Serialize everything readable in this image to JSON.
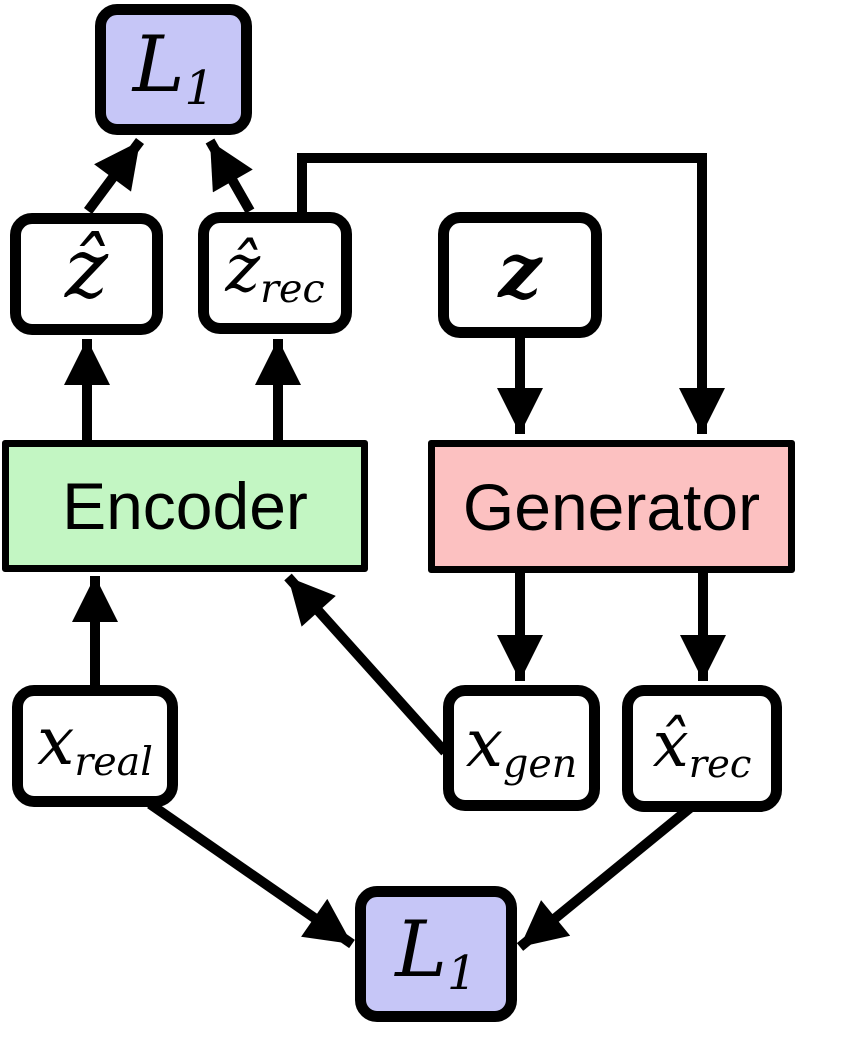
{
  "figure": {
    "colors": {
      "loss_fill": "#c6c6f7",
      "encoder_fill": "#c3f6c3",
      "generator_fill": "#fcc1c1",
      "node_fill": "#ffffff",
      "line": "#000000"
    },
    "nodes": {
      "loss_top": {
        "main": "L",
        "sub": "1"
      },
      "z_hat": {
        "main": "ẑ",
        "sub": ""
      },
      "z_hat_rec": {
        "main": "ẑ",
        "sub": "rec"
      },
      "z": {
        "main": "z",
        "sub": ""
      },
      "encoder": {
        "label": "Encoder"
      },
      "generator": {
        "label": "Generator"
      },
      "x_real": {
        "main": "x",
        "sub": "real"
      },
      "x_gen": {
        "main": "x",
        "sub": "gen"
      },
      "x_hat_rec": {
        "main": "x̂",
        "sub": "rec"
      },
      "loss_bottom": {
        "main": "L",
        "sub": "1"
      }
    }
  }
}
